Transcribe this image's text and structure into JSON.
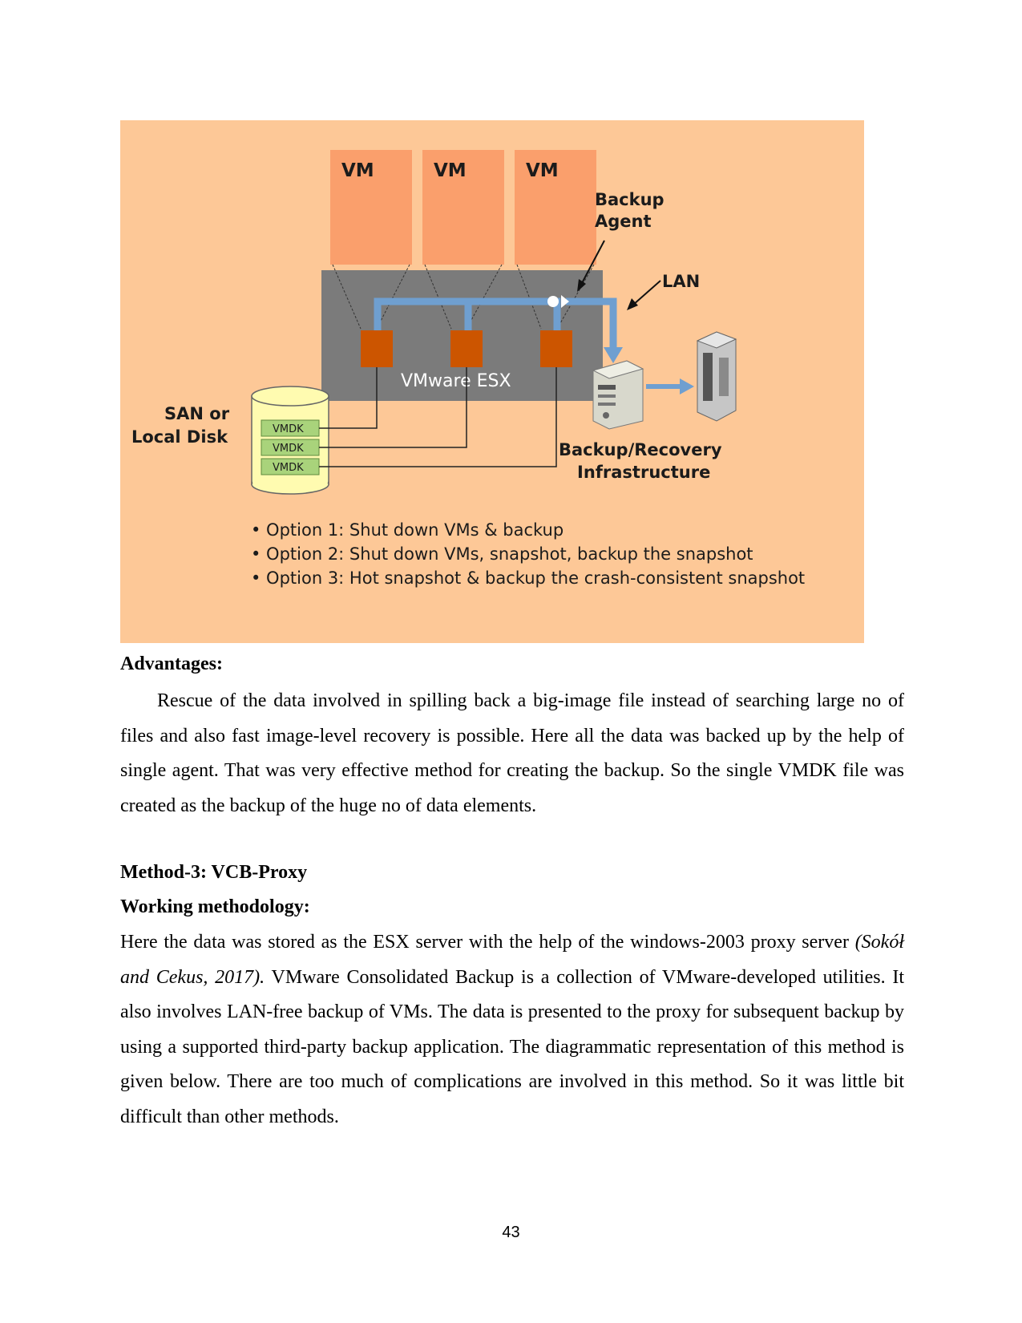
{
  "figure": {
    "vm_labels": [
      "VM",
      "VM",
      "VM"
    ],
    "backup_agent": [
      "Backup",
      "Agent"
    ],
    "lan_label": "LAN",
    "esx_label": "VMware ESX",
    "san_label": [
      "SAN or",
      "Local Disk"
    ],
    "vmdk_labels": [
      "VMDK",
      "VMDK",
      "VMDK"
    ],
    "infrastructure_label": [
      "Backup/Recovery",
      "Infrastructure"
    ],
    "options": [
      "• Option 1: Shut down VMs & backup",
      "• Option 2: Shut down VMs, snapshot, backup the snapshot",
      "• Option 3: Hot snapshot & backup the crash-consistent snapshot"
    ],
    "colors": {
      "background": "#fdc897",
      "vm_box": "#fa9f6c",
      "esx_box": "#7b7b7b",
      "snapshot": "#cc5500",
      "arrow": "#6f9fd0",
      "vmdk": "#a9d37b"
    }
  },
  "advantages": {
    "heading": "Advantages:",
    "text": "Rescue of the data involved in spilling back a big-image file instead of searching large no of files and also fast image-level recovery is possible. Here all the data was backed up by the help of single agent. That was very effective method for creating the backup. So the single VMDK file was created as the backup of the huge no of data elements."
  },
  "method3": {
    "heading": "Method-3: VCB-Proxy",
    "subheading": "Working methodology:",
    "text_before": "Here the data was stored as the ESX server with the help of the windows-2003 proxy server ",
    "citation": "(Sokół and Cekus, 2017).",
    "text_after": " VMware Consolidated Backup is a collection of VMware-developed utilities. It also involves LAN-free backup of VMs. The data is presented to the proxy for subsequent backup by using a supported third-party backup application. The diagrammatic representation of this method is given below. There are too much of complications are involved in this method. So it was little bit difficult than other methods."
  },
  "page_number": "43"
}
